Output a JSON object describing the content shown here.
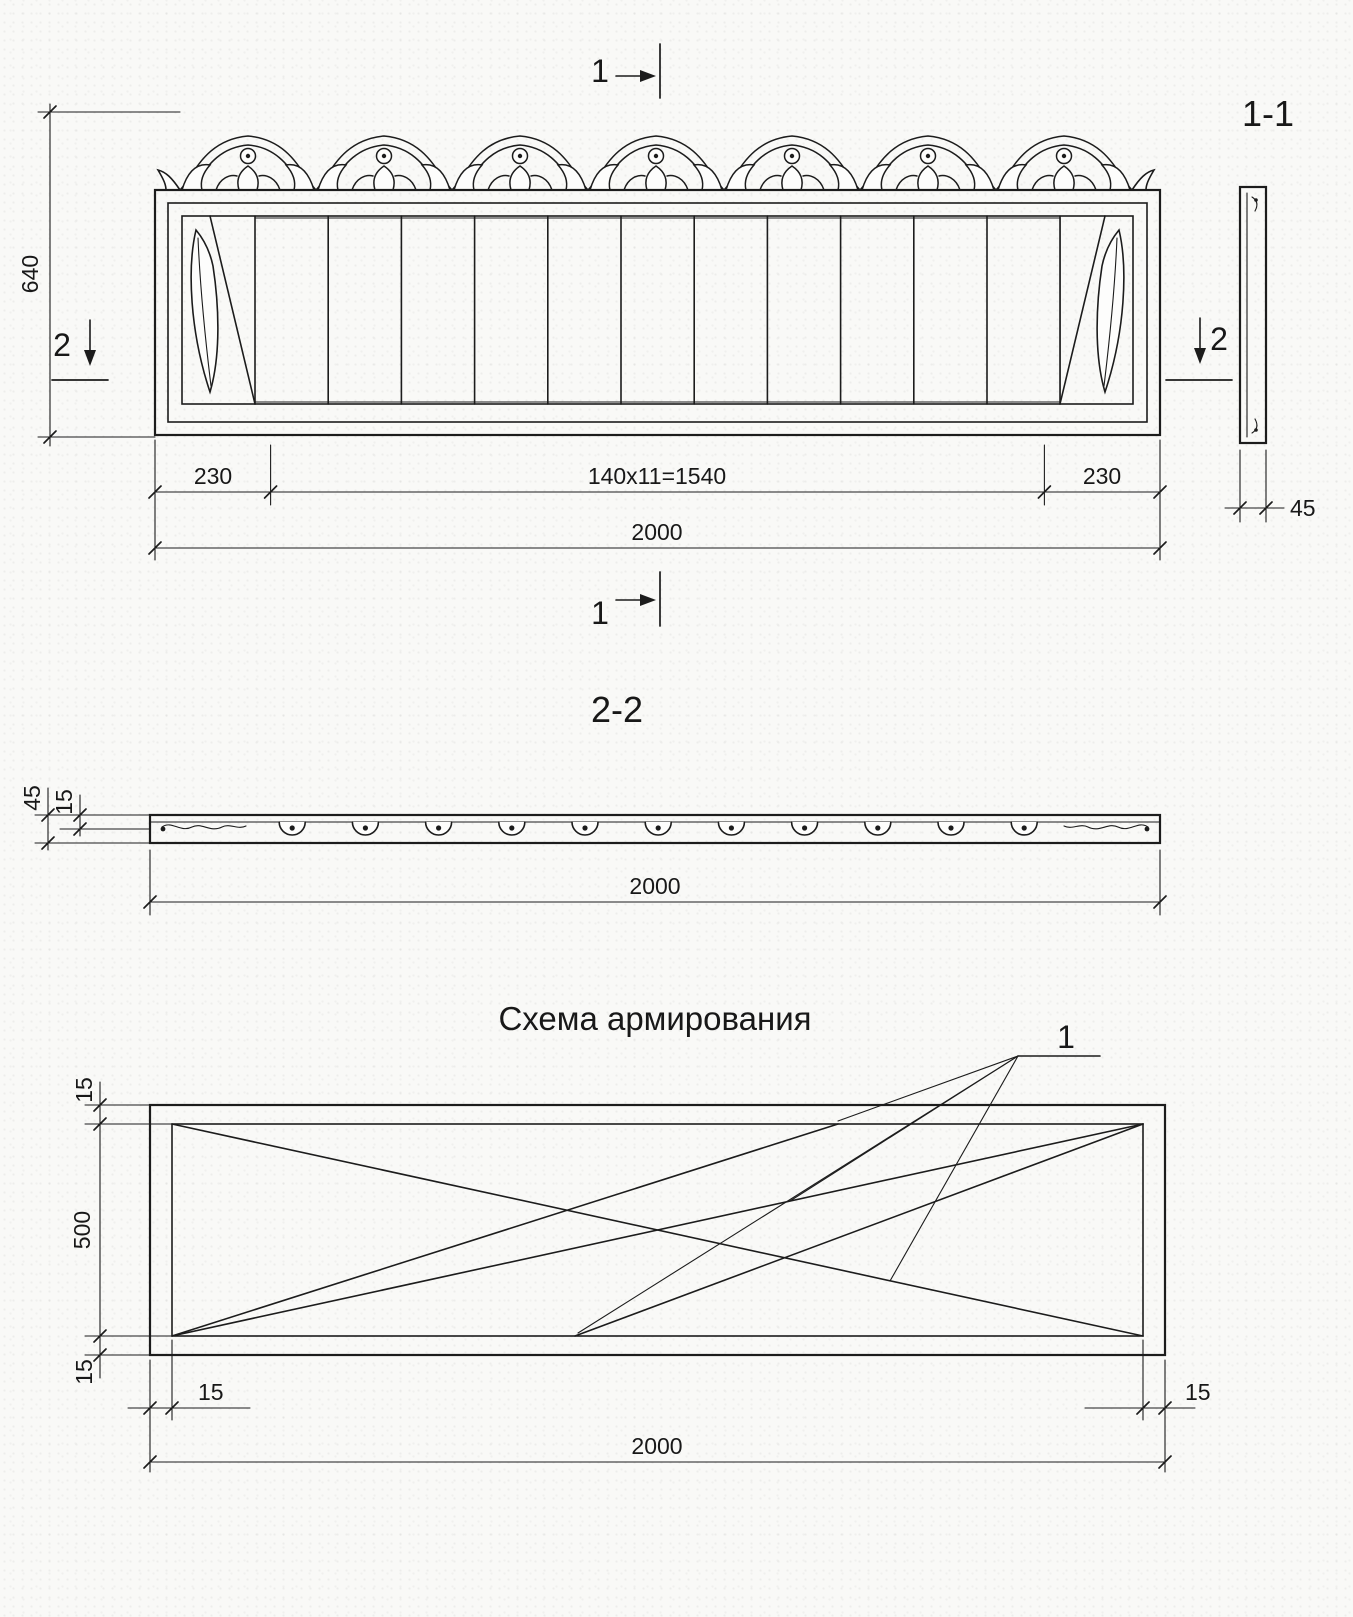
{
  "elevation": {
    "section_mark_top": "1",
    "section_mark_bottom": "1",
    "section_mark_left": "2",
    "section_mark_right": "2",
    "dim_height": "640",
    "dim_left": "230",
    "dim_middle": "140x11=1540",
    "dim_right": "230",
    "dim_total": "2000"
  },
  "section11": {
    "label": "1-1",
    "dim_thickness": "45"
  },
  "section22": {
    "label": "2-2",
    "dim_thickness": "45",
    "dim_relief": "15",
    "dim_length": "2000"
  },
  "reinforcement": {
    "title": "Схема армирования",
    "bar_mark": "1",
    "dim_top_margin": "15",
    "dim_height": "500",
    "dim_bottom_margin": "15",
    "dim_left_margin": "15",
    "dim_right_margin": "15",
    "dim_length": "2000"
  }
}
